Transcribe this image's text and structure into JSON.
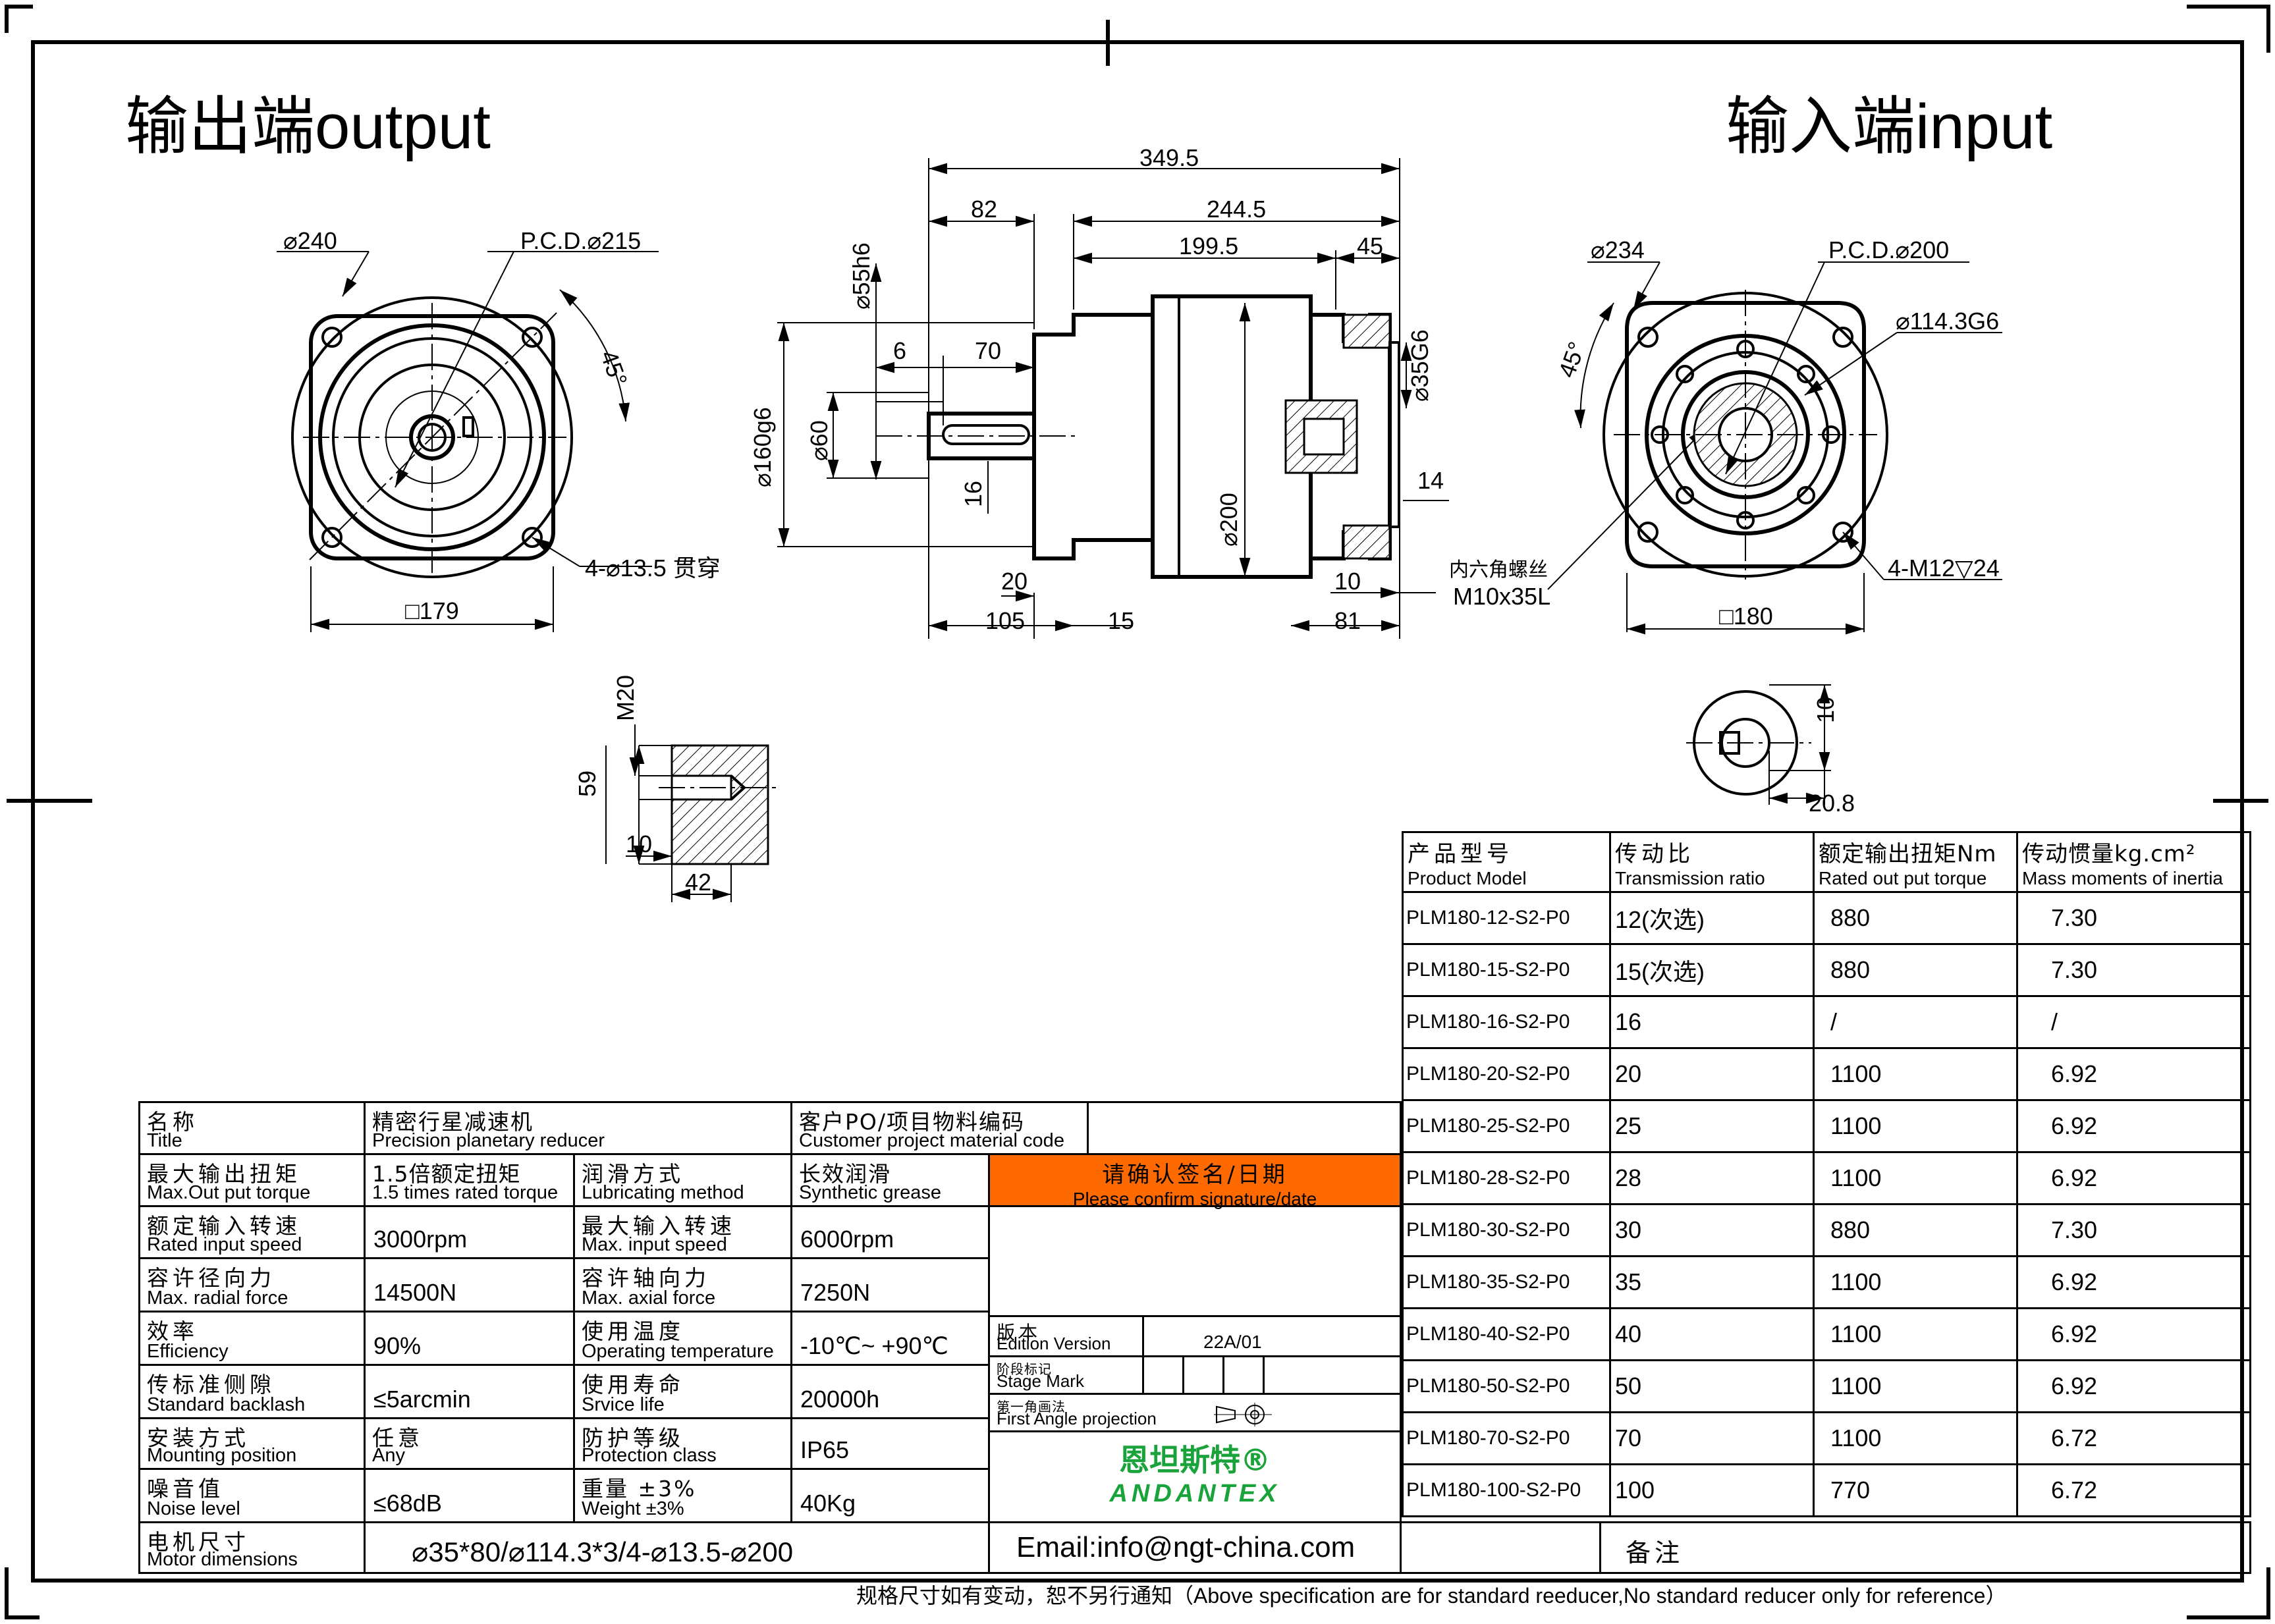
{
  "headings": {
    "output": "输出端output",
    "input": "输入端input"
  },
  "dimensions": {
    "front_output": {
      "dia_outer": "⌀240",
      "pcd": "P.C.D.⌀215",
      "angle": "45°",
      "holes": "4-⌀13.5 贯穿",
      "square": "□179"
    },
    "side": {
      "overall": "349.5",
      "shaft_len": "82",
      "body_len": "244.5",
      "mid_len": "199.5",
      "flange_len": "45",
      "shaft_dia": "⌀55h6",
      "pilot_dia": "⌀160g6",
      "neck_dia": "⌀60",
      "key_offset": "6",
      "key_len": "70",
      "key_w": "16",
      "body_dia": "⌀200",
      "input_bore": "⌀35G6",
      "bore_depth": "14",
      "d20": "20",
      "d105": "105",
      "d15": "15",
      "d10": "10",
      "d81": "81",
      "screw_cn": "内六角螺丝",
      "screw_en": "M10x35L"
    },
    "front_input": {
      "dia_outer": "⌀234",
      "pcd": "P.C.D.⌀200",
      "bore": "⌀114.3G6",
      "angle": "45°",
      "holes": "4-M12▽24",
      "square": "□180"
    },
    "tap_detail": {
      "thread": "M20",
      "depth": "59",
      "d10": "10",
      "d42": "42"
    },
    "keyway": {
      "width": "10",
      "depth": "20.8"
    }
  },
  "perf_table": {
    "headers": [
      {
        "cn": "产品型号",
        "en": "Product Model"
      },
      {
        "cn": "传动比",
        "en": "Transmission ratio"
      },
      {
        "cn": "额定输出扭矩Nm",
        "en": "Rated out put torque"
      },
      {
        "cn": "传动惯量kg.cm²",
        "en": "Mass moments of inertia"
      }
    ],
    "rows": [
      [
        "PLM180-12-S2-P0",
        "12(次选)",
        "880",
        "7.30"
      ],
      [
        "PLM180-15-S2-P0",
        "15(次选)",
        "880",
        "7.30"
      ],
      [
        "PLM180-16-S2-P0",
        "16",
        "/",
        "/"
      ],
      [
        "PLM180-20-S2-P0",
        "20",
        "1100",
        "6.92"
      ],
      [
        "PLM180-25-S2-P0",
        "25",
        "1100",
        "6.92"
      ],
      [
        "PLM180-28-S2-P0",
        "28",
        "1100",
        "6.92"
      ],
      [
        "PLM180-30-S2-P0",
        "30",
        "880",
        "7.30"
      ],
      [
        "PLM180-35-S2-P0",
        "35",
        "1100",
        "6.92"
      ],
      [
        "PLM180-40-S2-P0",
        "40",
        "1100",
        "6.92"
      ],
      [
        "PLM180-50-S2-P0",
        "50",
        "1100",
        "6.92"
      ],
      [
        "PLM180-70-S2-P0",
        "70",
        "1100",
        "6.72"
      ],
      [
        "PLM180-100-S2-P0",
        "100",
        "770",
        "6.72"
      ]
    ]
  },
  "spec": {
    "title_cn": "名称",
    "title_en": "Title",
    "title_val_cn": "精密行星减速机",
    "title_val_en": "Precision planetary reducer",
    "cust_cn": "客户PO/项目物料编码",
    "cust_en": "Customer project material code",
    "maxout_cn": "最大输出扭矩",
    "maxout_en": "Max.Out put torque",
    "maxout_val_cn": "1.5倍额定扭矩",
    "maxout_val_en": "1.5 times rated torque",
    "lub_cn": "润滑方式",
    "lub_en": "Lubricating method",
    "lub_val_cn": "长效润滑",
    "lub_val_en": "Synthetic grease",
    "confirm_cn": "请确认签名/日期",
    "confirm_en": "Please confirm signature/date",
    "rin_cn": "额定输入转速",
    "rin_en": "Rated input speed",
    "rin_val": "3000rpm",
    "maxin_cn": "最大输入转速",
    "maxin_en": "Max. input speed",
    "maxin_val": "6000rpm",
    "rad_cn": "容许径向力",
    "rad_en": "Max. radial force",
    "rad_val": "14500N",
    "ax_cn": "容许轴向力",
    "ax_en": "Max. axial force",
    "ax_val": "7250N",
    "eff_cn": "效率",
    "eff_en": "Efficiency",
    "eff_val": "90%",
    "temp_cn": "使用温度",
    "temp_en": "Operating temperature",
    "temp_val": "-10℃~ +90℃",
    "back_cn": "传标准侧隙",
    "back_en": "Standard backlash",
    "back_val": "≤5arcmin",
    "life_cn": "使用寿命",
    "life_en": "Srvice life",
    "life_val": "20000h",
    "mount_cn": "安装方式",
    "mount_en": "Mounting position",
    "mount_val_cn": "任意",
    "mount_val_en": "Any",
    "prot_cn": "防护等级",
    "prot_en": "Protection class",
    "prot_val": "IP65",
    "noise_cn": "噪音值",
    "noise_en": "Noise level",
    "noise_val": "≤68dB",
    "weight_cn": "重量 ±3%",
    "weight_en": "Weight ±3%",
    "weight_val": "40Kg",
    "motor_cn": "电机尺寸",
    "motor_en": "Motor dimensions",
    "motor_val": "⌀35*80/⌀114.3*3/4-⌀13.5-⌀200",
    "edition_cn": "版本",
    "edition_en": "Edition Version",
    "edition_val": "22A/01",
    "stage_cn": "阶段标记",
    "stage_en": "Stage Mark",
    "proj_cn": "第一角画法",
    "proj_en": "First Angle projection",
    "brand_cn": "恩坦斯特®",
    "brand_en": "ANDANTEX",
    "email": "Email:info@ngt-china.com",
    "remark_cn": "备注"
  },
  "footnote": "规格尺寸如有变动，恕不另行通知（Above specification are for standard reeducer,No standard reducer only for reference）"
}
